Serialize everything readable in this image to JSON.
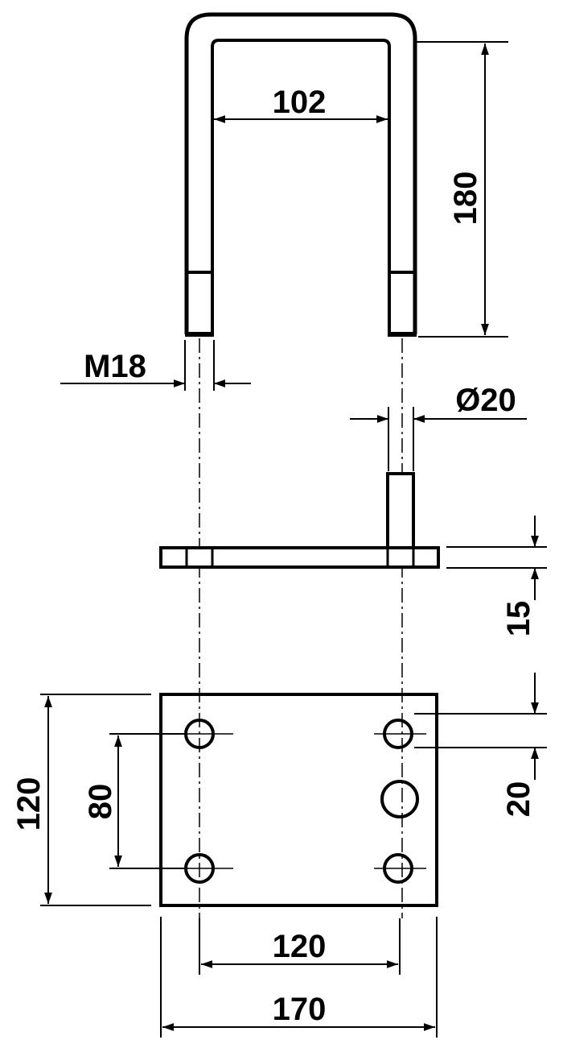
{
  "drawing": {
    "colors": {
      "line": "#000000",
      "background": "#ffffff"
    },
    "dimensions": {
      "inner_width": "102",
      "height": "180",
      "thread": "M18",
      "pin_diameter": "Ø20",
      "plate_thickness": "15",
      "hole_offset": "20",
      "hole_spacing_vertical": "80",
      "plate_height": "120",
      "hole_spacing_horizontal": "120",
      "plate_width": "170"
    }
  }
}
